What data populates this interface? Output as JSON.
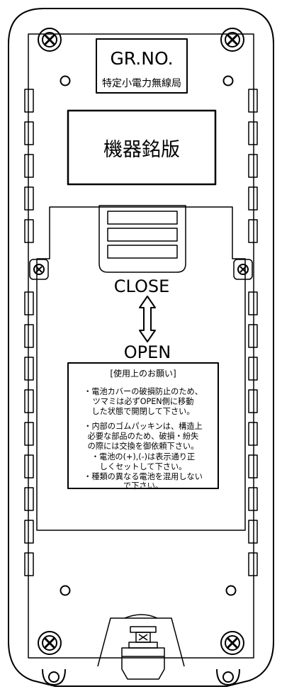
{
  "label_plate": {
    "line1": "GR.NO.",
    "line2": "特定小電力無線局"
  },
  "nameplate": {
    "text": "機器銘版"
  },
  "switch": {
    "close_label": "CLOSE",
    "open_label": "OPEN"
  },
  "notice": {
    "heading": "[使用上のお願い]",
    "lines": [
      "・電池カバーの破損防止のため、",
      "ツマミは必ずOPEN側に移動",
      "した状態で開閉して下さい。",
      "・内部のゴムパッキンは、構造上",
      "必要な部品のため、破損・紛失",
      "の際には交換を御依頼下さい。",
      "・電池の(+),(-)は表示通り正",
      "しくセットして下さい。",
      "・種類の異なる電池を混用しない",
      "で下さい。"
    ]
  },
  "colors": {
    "line": "#000000",
    "background": "#ffffff"
  }
}
